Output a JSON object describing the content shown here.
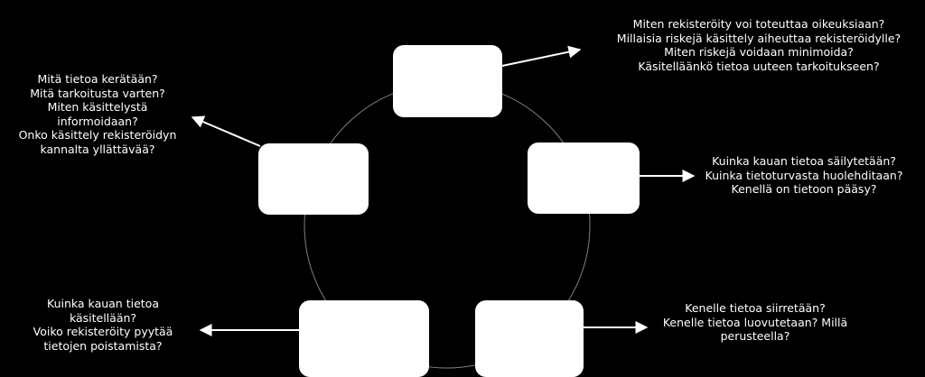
{
  "colors": {
    "background": "#000000",
    "node_fill": "#ffffff",
    "text": "#ffffff",
    "circle_stroke": "#808080",
    "arrow": "#ffffff"
  },
  "nodes": [
    {
      "id": "top",
      "label": ""
    },
    {
      "id": "right",
      "label": ""
    },
    {
      "id": "bottom-right",
      "label": ""
    },
    {
      "id": "bottom-left",
      "label": ""
    },
    {
      "id": "left",
      "label": ""
    }
  ],
  "questions": {
    "top": [
      "Miten rekisteröity voi toteuttaa oikeuksiaan?",
      "Millaisia riskejä käsittely aiheuttaa rekisteröidylle?",
      "Miten riskejä voidaan minimoida?",
      "Käsitelläänkö tietoa uuteen tarkoitukseen?"
    ],
    "right": [
      "Kuinka kauan tietoa säilytetään?",
      "Kuinka tietoturvasta huolehditaan?",
      "Kenellä on tietoon pääsy?"
    ],
    "bottom_right": [
      "Kenelle tietoa siirretään?",
      "Kenelle tietoa luovutetaan? Millä",
      "perusteella?"
    ],
    "bottom_left": [
      "Kuinka kauan tietoa",
      "käsitellään?",
      "Voiko rekisteröity pyytää",
      "tietojen poistamista?"
    ],
    "left": [
      "Mitä tietoa kerätään?",
      "Mitä tarkoitusta varten?",
      "Miten käsittelystä",
      "informoidaan?",
      "Onko käsittely rekisteröidyn",
      "kannalta yllättävää?"
    ]
  }
}
